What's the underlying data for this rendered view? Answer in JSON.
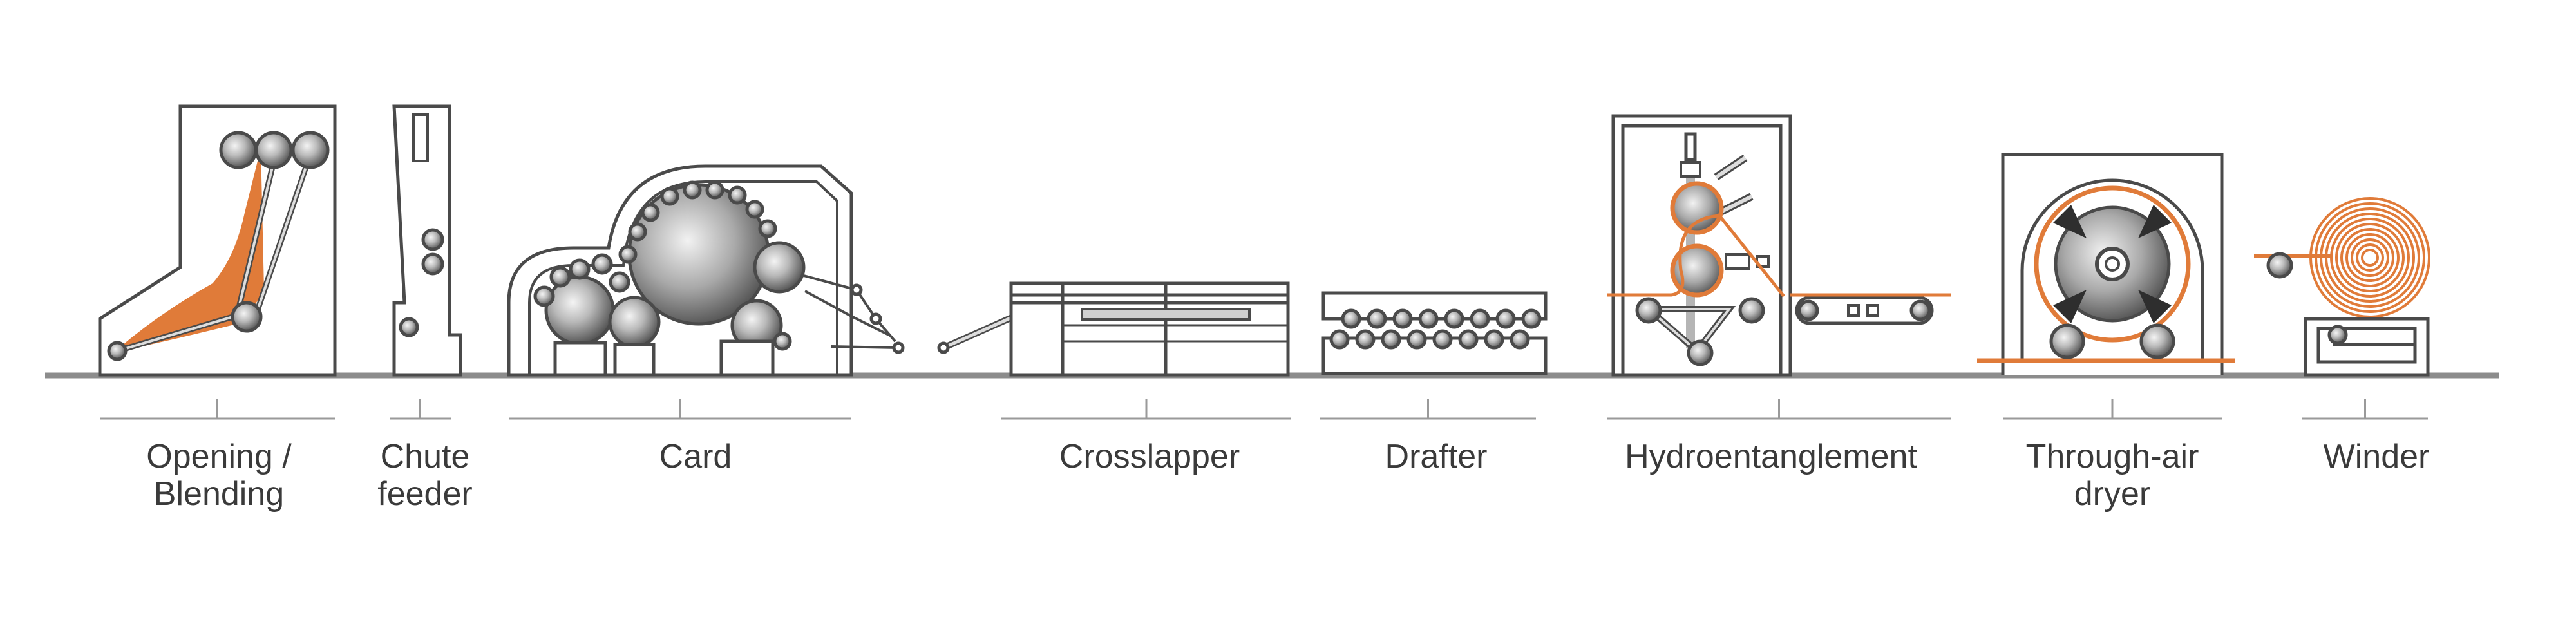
{
  "stations": [
    {
      "id": "opening",
      "label_line1": "Opening /",
      "label_line2": "Blending"
    },
    {
      "id": "chute",
      "label_line1": "Chute",
      "label_line2": "feeder"
    },
    {
      "id": "card",
      "label_line1": "Card",
      "label_line2": ""
    },
    {
      "id": "crosslapper",
      "label_line1": "Crosslapper",
      "label_line2": ""
    },
    {
      "id": "drafter",
      "label_line1": "Drafter",
      "label_line2": ""
    },
    {
      "id": "hydro",
      "label_line1": "Hydroentanglement",
      "label_line2": ""
    },
    {
      "id": "dryer",
      "label_line1": "Through-air",
      "label_line2": "dryer"
    },
    {
      "id": "winder",
      "label_line1": "Winder",
      "label_line2": ""
    }
  ],
  "colors": {
    "line": "#4a4a4a",
    "floor": "#8c8c8c",
    "fiber": "#e07b39",
    "bracket": "#9a9a9a",
    "roll_dark": "#5a5a5a",
    "roll_light": "#e6e6e6"
  }
}
